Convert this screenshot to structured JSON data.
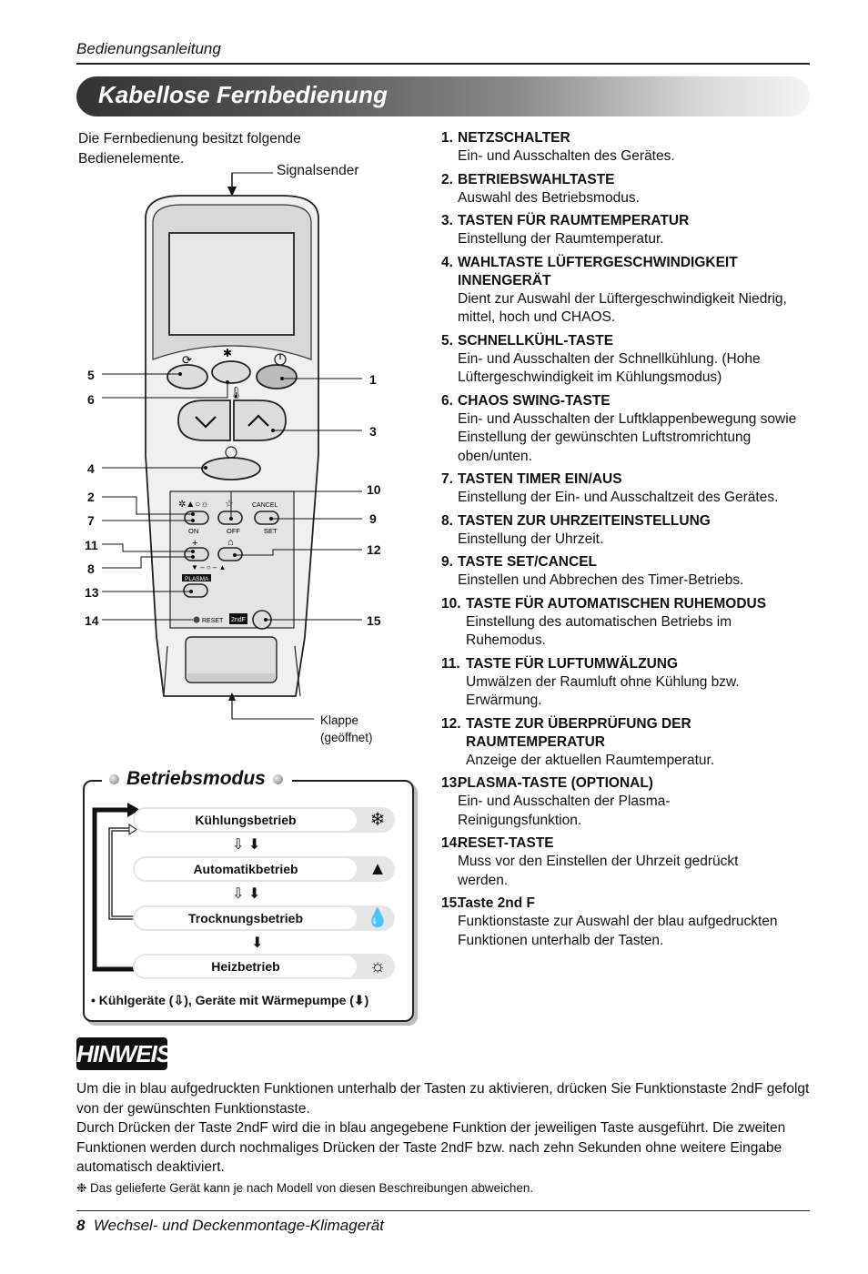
{
  "header": {
    "section_label": "Bedienungsanleitung",
    "title": "Kabellose Fernbedienung"
  },
  "intro": "Die Fernbedienung besitzt folgende Bedienelemente.",
  "diagram": {
    "signal_label": "Signalsender",
    "flap_label_1": "Klappe",
    "flap_label_2": "(geöffnet)",
    "left_numbers": [
      "5",
      "6",
      "4",
      "2",
      "7",
      "11",
      "8",
      "13",
      "14"
    ],
    "right_numbers": [
      "1",
      "3",
      "10",
      "9",
      "12",
      "15"
    ],
    "btn_text": {
      "cancel": "CANCEL",
      "set": "SET",
      "plasma": "PLASMA",
      "reset": "RESET",
      "on": "ON",
      "off": "OFF",
      "second": "2ndF"
    }
  },
  "items": [
    {
      "n": "1.",
      "title": "NETZSCHALTER",
      "desc": "Ein- und Ausschalten des Gerätes."
    },
    {
      "n": "2.",
      "title": "BETRIEBSWAHLTASTE",
      "desc": "Auswahl des Betriebsmodus."
    },
    {
      "n": "3.",
      "title": "TASTEN FÜR RAUMTEMPERATUR",
      "desc": "Einstellung der Raumtemperatur."
    },
    {
      "n": "4.",
      "title": "WAHLTASTE LÜFTERGESCHWINDIGKEIT INNENGERÄT",
      "desc": "Dient zur Auswahl der Lüftergeschwindigkeit Niedrig, mittel, hoch und CHAOS."
    },
    {
      "n": "5.",
      "title": "SCHNELLKÜHL-TASTE",
      "desc": "Ein- und Ausschalten der Schnellkühlung. (Hohe Lüftergeschwindigkeit im Kühlungsmodus)"
    },
    {
      "n": "6.",
      "title": "CHAOS SWING-TASTE",
      "desc": "Ein- und Ausschalten der Luftklappenbewegung sowie Einstellung der gewünschten Luftstromrichtung oben/unten."
    },
    {
      "n": "7.",
      "title": "TASTEN TIMER EIN/AUS",
      "desc": "Einstellung der Ein- und Ausschaltzeit des Gerätes."
    },
    {
      "n": "8.",
      "title": "TASTEN ZUR UHRZEITEINSTELLUNG",
      "desc": "Einstellung der Uhrzeit."
    },
    {
      "n": "9.",
      "title": "TASTE SET/CANCEL",
      "desc": "Einstellen und Abbrechen des Timer-Betriebs."
    },
    {
      "n": "10.",
      "title": "TASTE FÜR AUTOMATISCHEN RUHEMODUS",
      "desc": "Einstellung des automatischen Betriebs im Ruhemodus."
    },
    {
      "n": "11.",
      "title": "TASTE FÜR LUFTUMWÄLZUNG",
      "desc": "Umwälzen der Raumluft ohne Kühlung bzw. Erwärmung."
    },
    {
      "n": "12.",
      "title": "TASTE ZUR ÜBERPRÜFUNG DER RAUMTEMPERATUR",
      "desc": "Anzeige der aktuellen Raumtemperatur."
    },
    {
      "n": "13.",
      "title": "PLASMA-TASTE (OPTIONAL)",
      "desc": "Ein- und Ausschalten der Plasma-Reinigungsfunktion."
    },
    {
      "n": "14.",
      "title": "RESET-TASTE",
      "desc": "Muss vor den Einstellen der Uhrzeit gedrückt werden."
    },
    {
      "n": "15.",
      "title": "Taste 2nd F",
      "desc": "Funktionstaste zur Auswahl der blau aufgedruckten Funktionen unterhalb der Tasten."
    }
  ],
  "modes": {
    "title": "Betriebsmodus",
    "list": [
      "Kühlungsbetrieb",
      "Automatikbetrieb",
      "Trocknungsbetrieb",
      "Heizbetrieb"
    ],
    "icons": [
      "snowflake-icon",
      "auto-mode-icon",
      "droplet-icon",
      "sun-icon"
    ],
    "note_a": "• Kühlgeräte (",
    "note_b": "), Geräte mit Wärmepumpe (",
    "note_c": ")"
  },
  "hinweis": {
    "label": "HINWEIS",
    "text1": "Um die in blau aufgedruckten Funktionen unterhalb der Tasten zu aktivieren, drücken Sie Funktionstaste 2ndF gefolgt von der gewünschten Funktionstaste.",
    "text2": "Durch Drücken der Taste 2ndF wird die in blau angegebene Funktion der jeweiligen Taste ausgeführt. Die zweiten Funktionen werden durch nochmaliges Drücken der Taste 2ndF bzw. nach zehn Sekunden ohne weitere Eingabe automatisch deaktiviert.",
    "footnote": "❉ Das gelieferte Gerät kann je nach Modell von diesen Beschreibungen abweichen."
  },
  "footer": {
    "page": "8",
    "text": "Wechsel- und Deckenmontage-Klimagerät"
  }
}
